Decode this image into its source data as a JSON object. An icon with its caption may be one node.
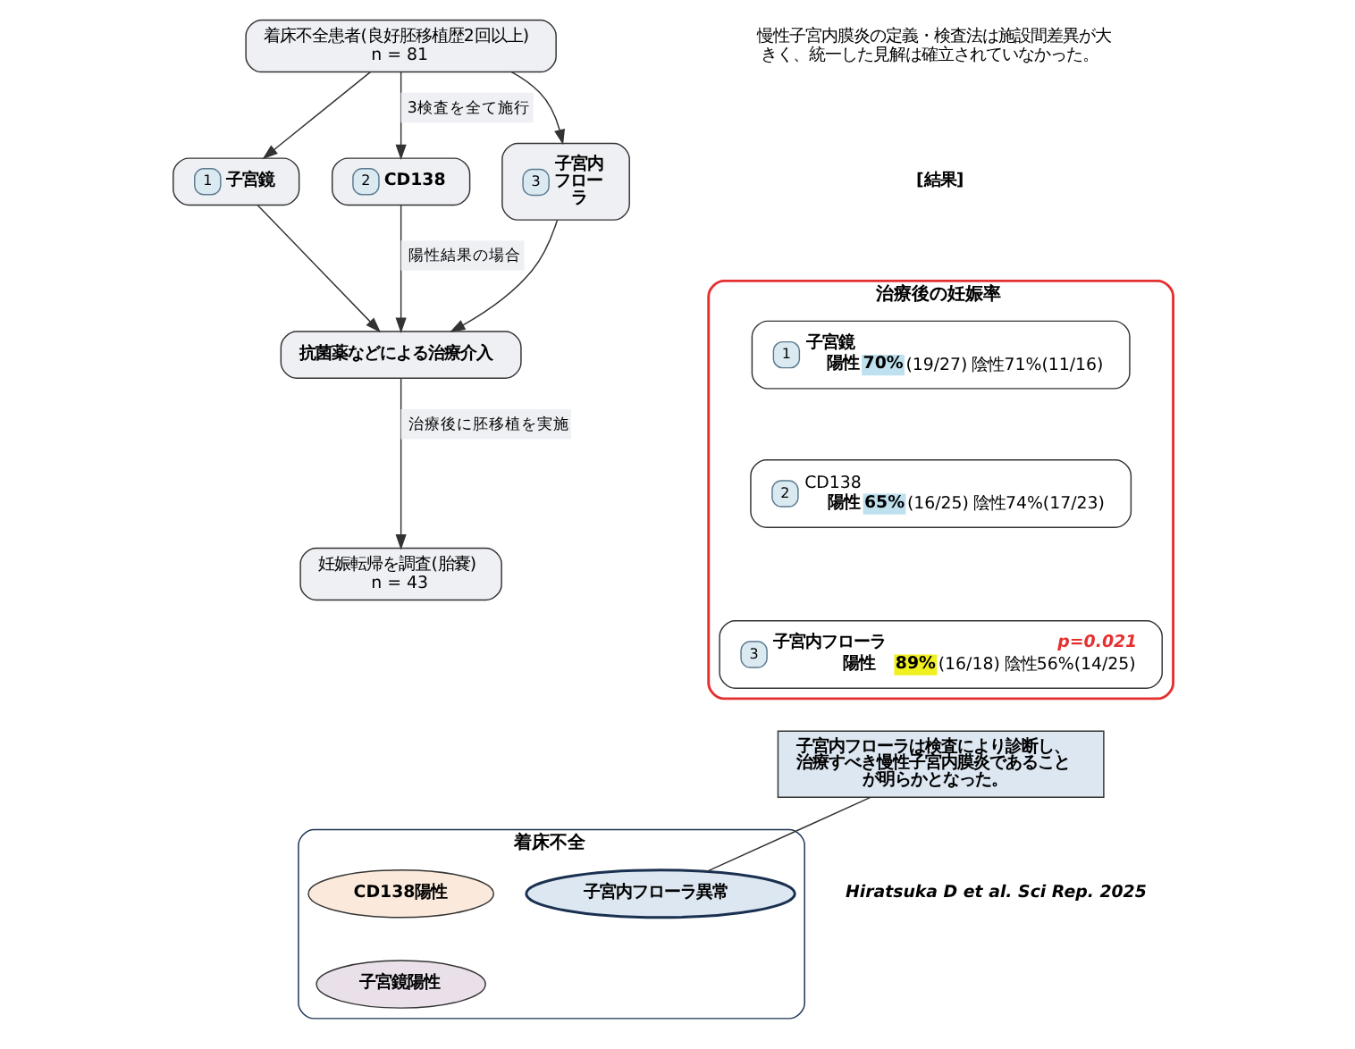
{
  "diagram": {
    "nodes": [
      {
        "text": [
          "着床不全患者(良好胚移植歴2回以上)",
          "n = 81"
        ]
      },
      {
        "text": [
          "1",
          "子宮鏡"
        ]
      },
      {
        "text": [
          "2",
          "CD138"
        ]
      },
      {
        "text": [
          "3",
          "子宮内フローラ"
        ]
      },
      {
        "text": [
          "抗菌薬などによる治療介入"
        ]
      },
      {
        "text": [
          "妊娠転帰を調査(胎嚢)",
          "n = 43"
        ]
      },
      {
        "text": [
          "治療後の妊娠率"
        ]
      },
      {
        "text": [
          "1",
          "子宮鏡",
          "陽性",
          "70%",
          "(19/27)",
          "陰性71%(11/16)"
        ],
        "in": 6
      },
      {
        "text": [
          "2",
          "CD138",
          "陽性",
          "65%",
          "(16/25)",
          "陰性74%(17/23)"
        ],
        "in": 6
      },
      {
        "text": [
          "3",
          "子宮内フローラ",
          "p=0.021",
          "陽性",
          "89%",
          "(16/18)",
          "陰性56%(14/25)"
        ],
        "in": 6
      },
      {
        "text": [
          "着床不全"
        ]
      },
      {
        "text": [
          "CD138陽性"
        ],
        "in": 10
      },
      {
        "text": [
          "子宮内フローラ異常"
        ],
        "in": 10
      },
      {
        "text": [
          "子宮鏡陽性"
        ],
        "in": 10
      },
      {
        "text": [
          "子宮内フローラは検査により診断し、治療すべき慢性子宮内膜炎であることが明らかとなった。"
        ]
      }
    ],
    "edges": [
      {
        "from": 0,
        "to": 1,
        "arrow": "to"
      },
      {
        "from": 0,
        "to": 2,
        "arrow": "to",
        "label": "3検査を全て施行"
      },
      {
        "from": 0,
        "to": 3,
        "arrow": "to"
      },
      {
        "from": 1,
        "to": 4,
        "arrow": "to"
      },
      {
        "from": 2,
        "to": 4,
        "arrow": "to",
        "label": "陽性結果の場合"
      },
      {
        "from": 3,
        "to": 4,
        "arrow": "to"
      },
      {
        "from": 4,
        "to": 5,
        "arrow": "to",
        "label": "治療後に胚移植を実施"
      },
      {
        "from": 14,
        "to": 12,
        "arrow": "none"
      }
    ],
    "labels": [
      "慢性子宮内膜炎の定義・検査法は施設間差異が大きく、統一した見解は確立されていなかった。",
      "[結果]",
      "Hiratsuka D et al. Sci Rep. 2025"
    ]
  }
}
